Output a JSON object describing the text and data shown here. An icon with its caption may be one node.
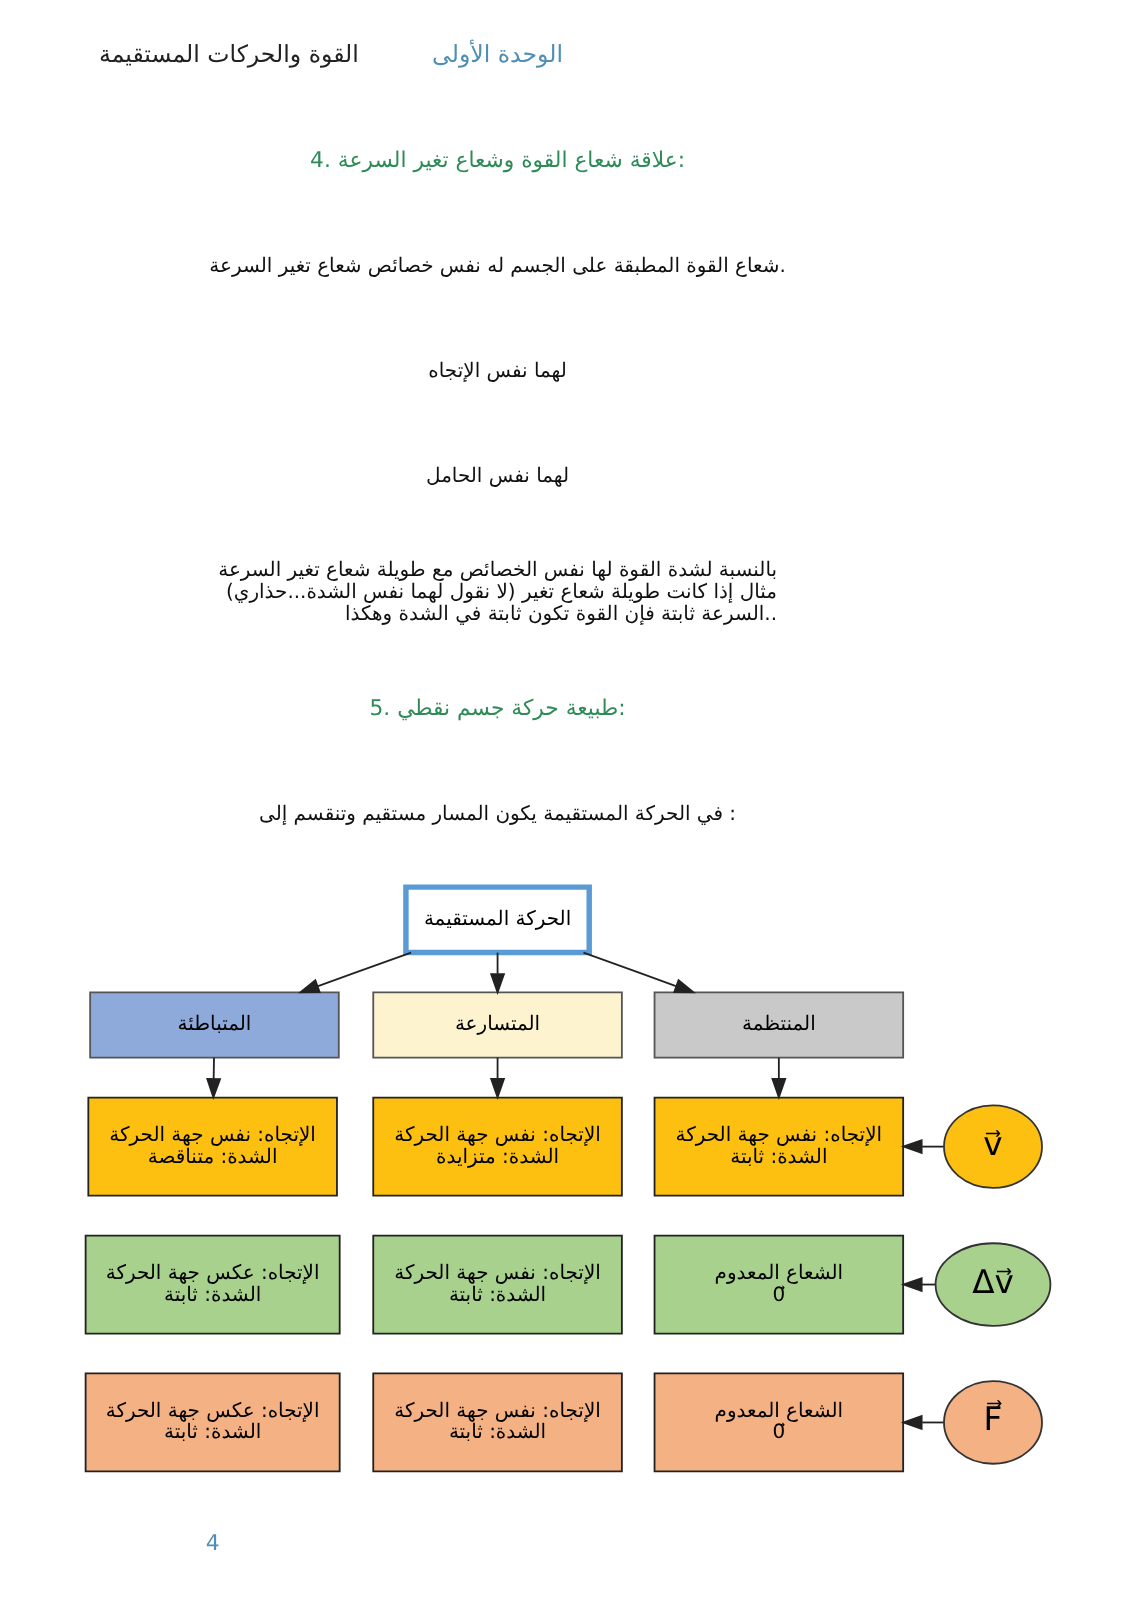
{
  "diagram": {
    "nodes": [
      {
        "text": [
          "الحركة المستقيمة"
        ]
      },
      {
        "text": [
          "المنتظمة"
        ]
      },
      {
        "text": [
          "المتسارعة"
        ]
      },
      {
        "text": [
          "المتباطئة"
        ]
      },
      {
        "text": [
          "v⃗"
        ]
      },
      {
        "text": [
          "الإتجاه: نفس جهة الحركة",
          "الشدة: ثابتة"
        ]
      },
      {
        "text": [
          "الإتجاه: نفس جهة الحركة",
          "الشدة: متزايدة"
        ]
      },
      {
        "text": [
          "الإتجاه: نفس جهة الحركة",
          "الشدة: متناقصة"
        ]
      },
      {
        "text": [
          "Δv⃗"
        ]
      },
      {
        "text": [
          "الشعاع المعدوم",
          "0⃗"
        ]
      },
      {
        "text": [
          "الإتجاه: نفس جهة الحركة",
          "الشدة: ثابتة"
        ]
      },
      {
        "text": [
          "الإتجاه: عكس جهة الحركة",
          "الشدة: ثابتة"
        ]
      },
      {
        "text": [
          "F⃗"
        ]
      },
      {
        "text": [
          "الشعاع المعدوم",
          "0⃗"
        ]
      },
      {
        "text": [
          "الإتجاه: نفس جهة الحركة",
          "الشدة: ثابتة"
        ]
      },
      {
        "text": [
          "الإتجاه: عكس جهة الحركة",
          "الشدة: ثابتة"
        ]
      }
    ],
    "edges": [
      {
        "from": 0,
        "to": 1,
        "arrow": "to"
      },
      {
        "from": 0,
        "to": 2,
        "arrow": "to"
      },
      {
        "from": 0,
        "to": 3,
        "arrow": "to"
      },
      {
        "from": 1,
        "to": 5,
        "arrow": "to"
      },
      {
        "from": 2,
        "to": 6,
        "arrow": "to"
      },
      {
        "from": 3,
        "to": 7,
        "arrow": "to"
      },
      {
        "from": 4,
        "to": 5,
        "arrow": "to"
      },
      {
        "from": 8,
        "to": 9,
        "arrow": "to"
      },
      {
        "from": 12,
        "to": 13,
        "arrow": "to"
      }
    ],
    "labels": [
      "الوحدة الأولى",
      "القوة والحركات المستقيمة",
      "4. علاقة شعاع القوة وشعاع تغير السرعة:",
      "شعاع القوة المطبقة على الجسم له نفس خصائص شعاع تغير السرعة.",
      "لهما نفس الإتجاه",
      "لهما نفس الحامل",
      "بالنسبة لشدة القوة لها نفس الخصائص مع طويلة شعاع تغير السرعة (لا نقول لهما نفس الشدة...حذاري) مثال إذا كانت طويلة شعاع تغير السرعة ثابتة فإن القوة تكون ثابتة في الشدة وهكذا..",
      "5. طبيعة حركة جسم نقطي:",
      "في الحركة المستقيمة يكون المسار مستقيم وتنقسم إلى :",
      "4"
    ]
  }
}
